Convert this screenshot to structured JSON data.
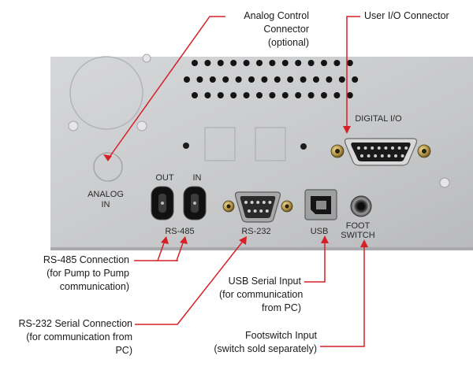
{
  "callouts": {
    "analog_control": [
      "Analog Control",
      "Connector",
      "(optional)"
    ],
    "user_io": [
      "User I/O Connector"
    ],
    "rs485": [
      "RS-485 Connection",
      "(for Pump to Pump",
      "communication)"
    ],
    "usb_serial": [
      "USB Serial Input",
      "(for communication",
      "from PC)"
    ],
    "rs232": [
      "RS-232 Serial Connection",
      "(for communication from",
      "PC)"
    ],
    "footswitch": [
      "Footswitch Input",
      "(switch sold separately)"
    ]
  },
  "panel_labels": {
    "digital_io": "DIGITAL I/O",
    "analog_in_1": "ANALOG",
    "analog_in_2": "IN",
    "out": "OUT",
    "in": "IN",
    "rs485": "RS-485",
    "rs232": "RS-232",
    "usb": "USB",
    "foot_1": "FOOT",
    "foot_2": "SWITCH"
  },
  "colors": {
    "leader_line": "#d62028",
    "panel": "#c9cacc",
    "panel_dark": "#1d1d1d"
  }
}
